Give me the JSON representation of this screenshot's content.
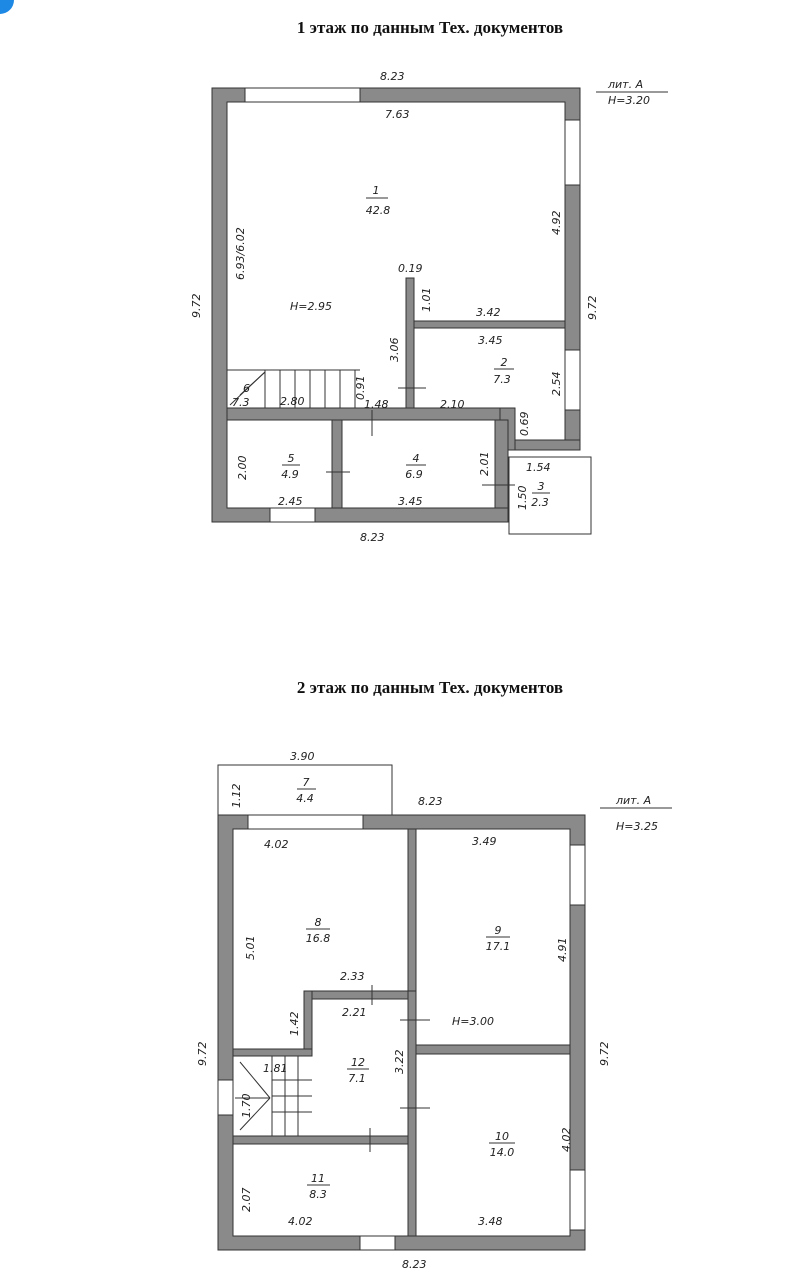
{
  "floor1": {
    "title": "1 этаж по данным Тех. документов",
    "lit": "лит. А",
    "height": "H=3.20",
    "dims": {
      "top": "8.23",
      "top_inner": "7.63",
      "left": "9.72",
      "right": "9.72",
      "bottom": "8.23",
      "room1_left": "6.93/6.02",
      "room1_right": "4.92",
      "wall019": "0.19",
      "d101": "1.01",
      "d342": "3.42",
      "d345": "3.45",
      "d306": "3.06",
      "d254": "2.54",
      "d091": "0.91",
      "d148": "1.48",
      "d210": "2.10",
      "d069": "0.69",
      "d280": "2.80",
      "d200": "2.00",
      "d245": "2.45",
      "d201": "2.01",
      "d315": "3.45",
      "d154": "1.54",
      "d150": "1.50",
      "inner_h": "H=2.95"
    },
    "rooms": [
      {
        "num": "1",
        "area": "42.8"
      },
      {
        "num": "2",
        "area": "7.3"
      },
      {
        "num": "3",
        "area": "2.3"
      },
      {
        "num": "4",
        "area": "6.9"
      },
      {
        "num": "5",
        "area": "4.9"
      },
      {
        "num": "6",
        "area": "7.3"
      }
    ]
  },
  "floor2": {
    "title": "2 этаж по данным Тех. документов",
    "lit": "лит. А",
    "height": "H=3.25",
    "dims": {
      "annex_w": "3.90",
      "annex_h": "1.12",
      "top": "8.23",
      "d402": "4.02",
      "d349": "3.49",
      "d501": "5.01",
      "d491": "4.91",
      "left": "9.72",
      "right": "9.72",
      "d233": "2.33",
      "d221": "2.21",
      "d142": "1.42",
      "inner_h": "H=3.00",
      "d181": "1.81",
      "d170": "1.70",
      "d322": "3.22",
      "d402b": "4.02",
      "d207": "2.07",
      "d402c": "4.02",
      "d348": "3.48",
      "bottom": "8.23"
    },
    "rooms": [
      {
        "num": "7",
        "area": "4.4"
      },
      {
        "num": "8",
        "area": "16.8"
      },
      {
        "num": "9",
        "area": "17.1"
      },
      {
        "num": "10",
        "area": "14.0"
      },
      {
        "num": "11",
        "area": "8.3"
      },
      {
        "num": "12",
        "area": "7.1"
      }
    ]
  }
}
